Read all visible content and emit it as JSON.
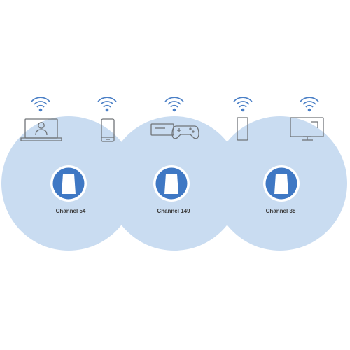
{
  "colors": {
    "coverage_fill": "#c9dcf1",
    "node_fill": "#3f78c4",
    "node_ring": "#ffffff",
    "node_device": "#ffffff",
    "wifi_icon": "#4a7fc6",
    "device_outline": "#707478",
    "label_text": "#3b3b3b"
  },
  "nodes": [
    {
      "label": "Channel 54",
      "icon": "mesh-router-node-icon",
      "devices": [
        "laptop-icon",
        "smartphone-icon"
      ]
    },
    {
      "label": "Channel 149",
      "icon": "mesh-router-node-icon",
      "devices": [
        "game-console-icon",
        "gamepad-icon",
        "smart-speaker-icon"
      ]
    },
    {
      "label": "Channel 38",
      "icon": "mesh-router-node-icon",
      "devices": [
        "tv-icon"
      ]
    }
  ],
  "wifi_signal_icons": 5
}
